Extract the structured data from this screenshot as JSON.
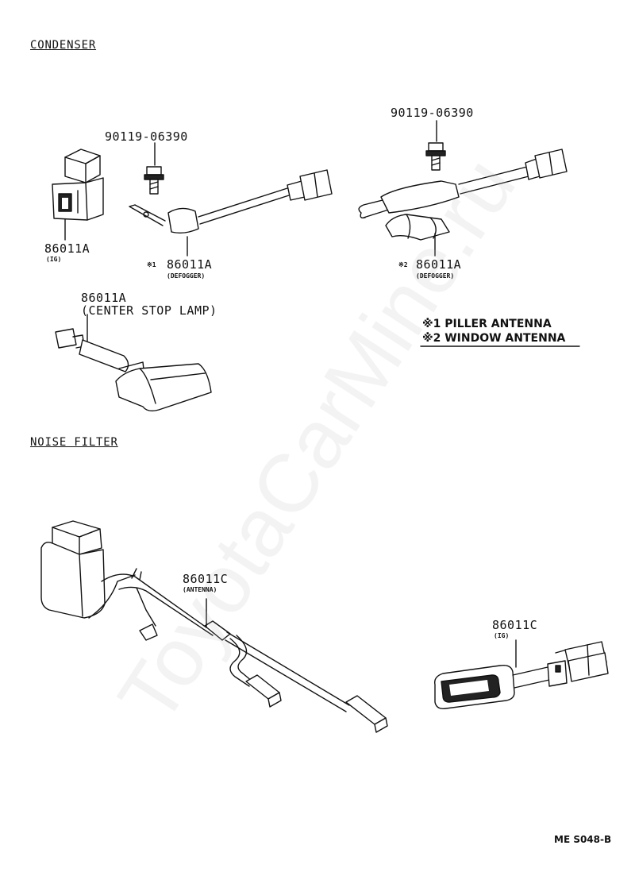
{
  "sections": {
    "condenser": "CONDENSER",
    "noise_filter": "NOISE FILTER"
  },
  "parts": {
    "bolt_left": "90119-06390",
    "bolt_right": "90119-06390",
    "ig_condenser": {
      "number": "86011A",
      "note": "(IG)"
    },
    "piller_condenser": {
      "mark": "※1",
      "number": "86011A",
      "note": "(DEFOGGER)"
    },
    "window_condenser": {
      "mark": "※2",
      "number": "86011A",
      "note": "(DEFOGGER)"
    },
    "stop_lamp_condenser": {
      "number": "86011A",
      "note": "(CENTER STOP LAMP)"
    },
    "antenna_filter": {
      "number": "86011C",
      "note": "(ANTENNA)"
    },
    "ig_filter": {
      "number": "86011C",
      "note": "(IG)"
    }
  },
  "legend": {
    "item1": "※1 PILLER ANTENNA",
    "item2": "※2 WINDOW ANTENNA"
  },
  "figure_code": "ME S048-B",
  "watermark": "ToyotaCarMine.ru",
  "colors": {
    "ink": "#111111",
    "paper": "#ffffff"
  }
}
